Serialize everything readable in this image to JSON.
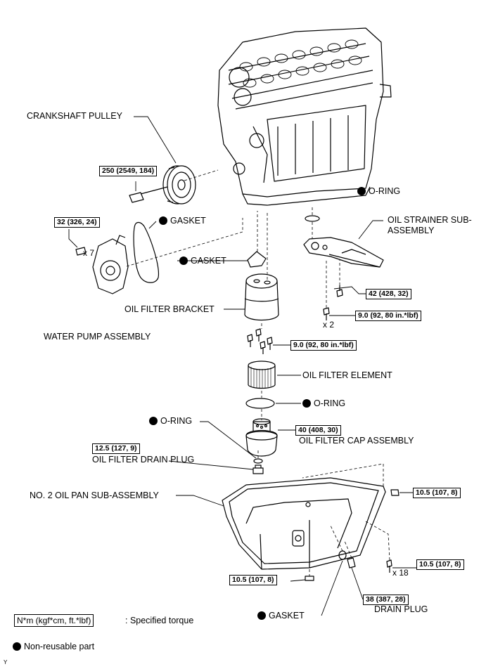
{
  "parts": {
    "crankshaft_pulley": "CRANKSHAFT PULLEY",
    "gasket_water_pump": "GASKET",
    "water_pump_assembly": "WATER PUMP ASSEMBLY",
    "gasket_bracket": "GASKET",
    "oil_filter_bracket": "OIL FILTER BRACKET",
    "o_ring_top": "O-RING",
    "oil_strainer": "OIL STRAINER SUB-ASSEMBLY",
    "oil_filter_element": "OIL FILTER ELEMENT",
    "o_ring_element": "O-RING",
    "o_ring_drain": "O-RING",
    "oil_filter_drain_plug": "OIL FILTER DRAIN PLUG",
    "oil_filter_cap_assembly": "OIL FILTER CAP ASSEMBLY",
    "no2_oil_pan": "NO. 2 OIL PAN SUB-ASSEMBLY",
    "drain_plug": "DRAIN PLUG",
    "gasket_drain": "GASKET"
  },
  "torques": {
    "pulley_bolt": "250 (2549, 184)",
    "water_pump_bolt": "32 (326, 24)",
    "strainer_bolt_a": "42 (428, 32)",
    "strainer_bolt_b": "9.0 (92, 80 in.*lbf)",
    "bracket_bolt": "9.0 (92, 80 in.*lbf)",
    "filter_cap": "40 (408, 30)",
    "filter_drain_plug": "12.5 (127, 9)",
    "pan_bolt_a": "10.5 (107, 8)",
    "pan_bolt_b": "10.5 (107, 8)",
    "pan_nut": "10.5 (107, 8)",
    "drain_plug": "38 (387, 28)"
  },
  "quantities": {
    "water_pump_bolts": "x 7",
    "strainer_bolts": "x 2",
    "pan_bolts": "x 18"
  },
  "legend": {
    "torque_unit": "N*m (kgf*cm, ft.*lbf)",
    "torque_desc": ": Specified torque",
    "non_reusable": "Non-reusable part"
  },
  "corner_mark": "Y",
  "colors": {
    "line": "#000000",
    "background": "#ffffff",
    "non_reusable_dot": "#000000"
  },
  "icons": {
    "non_reusable": "filled-circle-icon"
  }
}
